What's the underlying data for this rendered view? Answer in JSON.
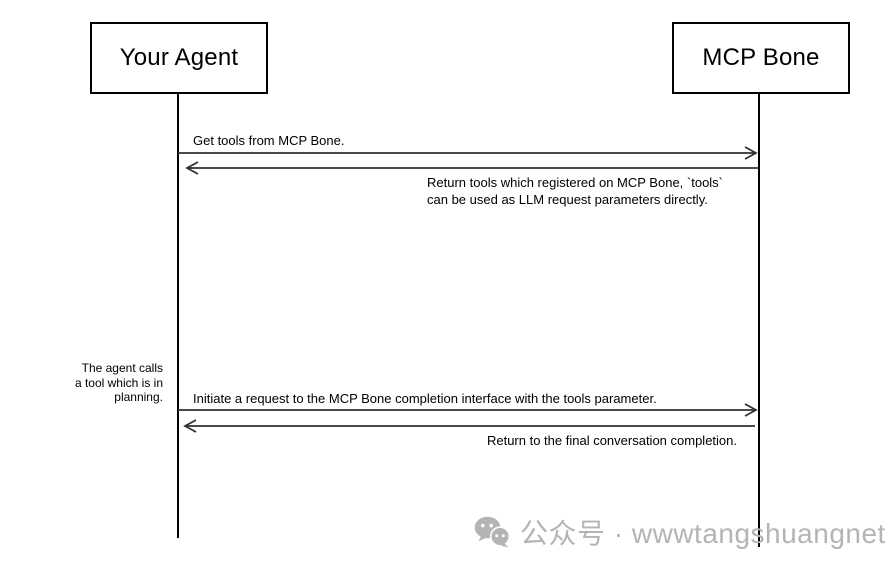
{
  "diagram": {
    "actors": [
      {
        "id": "your-agent",
        "label": "Your Agent"
      },
      {
        "id": "mcp-bone",
        "label": "MCP Bone"
      }
    ],
    "messages": [
      {
        "from": "your-agent",
        "to": "mcp-bone",
        "direction": "right",
        "label": "Get tools from MCP Bone."
      },
      {
        "from": "mcp-bone",
        "to": "your-agent",
        "direction": "left",
        "lines": [
          "Return tools which registered on MCP Bone, `tools`",
          "can be used as LLM request parameters directly."
        ]
      },
      {
        "from": "your-agent",
        "to": "mcp-bone",
        "direction": "right",
        "label": "Initiate a request to the MCP Bone completion interface with the tools parameter."
      },
      {
        "from": "mcp-bone",
        "to": "your-agent",
        "direction": "left",
        "label": "Return to the final conversation completion."
      }
    ],
    "annotation": {
      "lines": [
        "The agent calls",
        "a tool which is in",
        "planning."
      ]
    }
  },
  "watermark": {
    "icon": "wechat-icon",
    "text": "公众号 · wwwtangshuangnet"
  },
  "colors": {
    "background": "#ffffff",
    "actor_border": "#000000",
    "line": "#2f2f2f",
    "text": "#000000",
    "watermark": "#b4b4b4"
  }
}
